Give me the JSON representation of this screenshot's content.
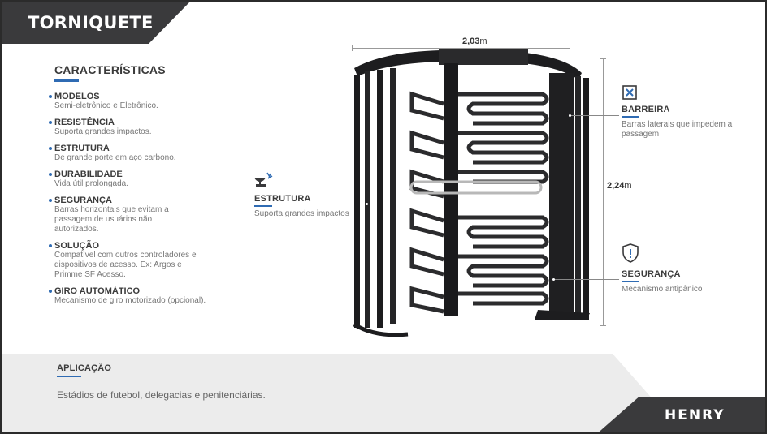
{
  "title": "TORNIQUETE",
  "features": {
    "heading": "CARACTERÍSTICAS",
    "items": [
      {
        "title": "MODELOS",
        "desc": "Semi-eletrônico e Eletrônico."
      },
      {
        "title": "RESISTÊNCIA",
        "desc": "Suporta grandes impactos."
      },
      {
        "title": "ESTRUTURA",
        "desc": "De grande porte em aço carbono."
      },
      {
        "title": "DURABILIDADE",
        "desc": "Vida útil prolongada."
      },
      {
        "title": "SEGURANÇA",
        "desc": "Barras horizontais que evitam a passagem de usuários não autorizados."
      },
      {
        "title": "SOLUÇÃO",
        "desc": "Compatível com outros controladores e dispositivos de acesso. Ex: Argos e Primme SF Acesso."
      },
      {
        "title": "GIRO AUTOMÁTICO",
        "desc": "Mecanismo de giro motorizado (opcional)."
      }
    ]
  },
  "dimensions": {
    "width_value": "2,03",
    "width_unit": "m",
    "height_value": "2,24",
    "height_unit": "m"
  },
  "callouts": {
    "estrutura": {
      "title": "ESTRUTURA",
      "desc": "Suporta grandes impactos",
      "icon": "anvil-icon"
    },
    "barreira": {
      "title": "BARREIRA",
      "desc": "Barras laterais que impedem a passagem",
      "icon": "x-box-icon"
    },
    "seguranca": {
      "title": "SEGURANÇA",
      "desc": "Mecanismo antipânico",
      "icon": "shield-icon"
    }
  },
  "application": {
    "heading": "APLICAÇÃO",
    "text": "Estádios de futebol, delegacias e penitenciárias."
  },
  "brand": "HENRY",
  "colors": {
    "accent": "#2f6bb3",
    "dark": "#3a3a3c",
    "band": "#ececec"
  }
}
